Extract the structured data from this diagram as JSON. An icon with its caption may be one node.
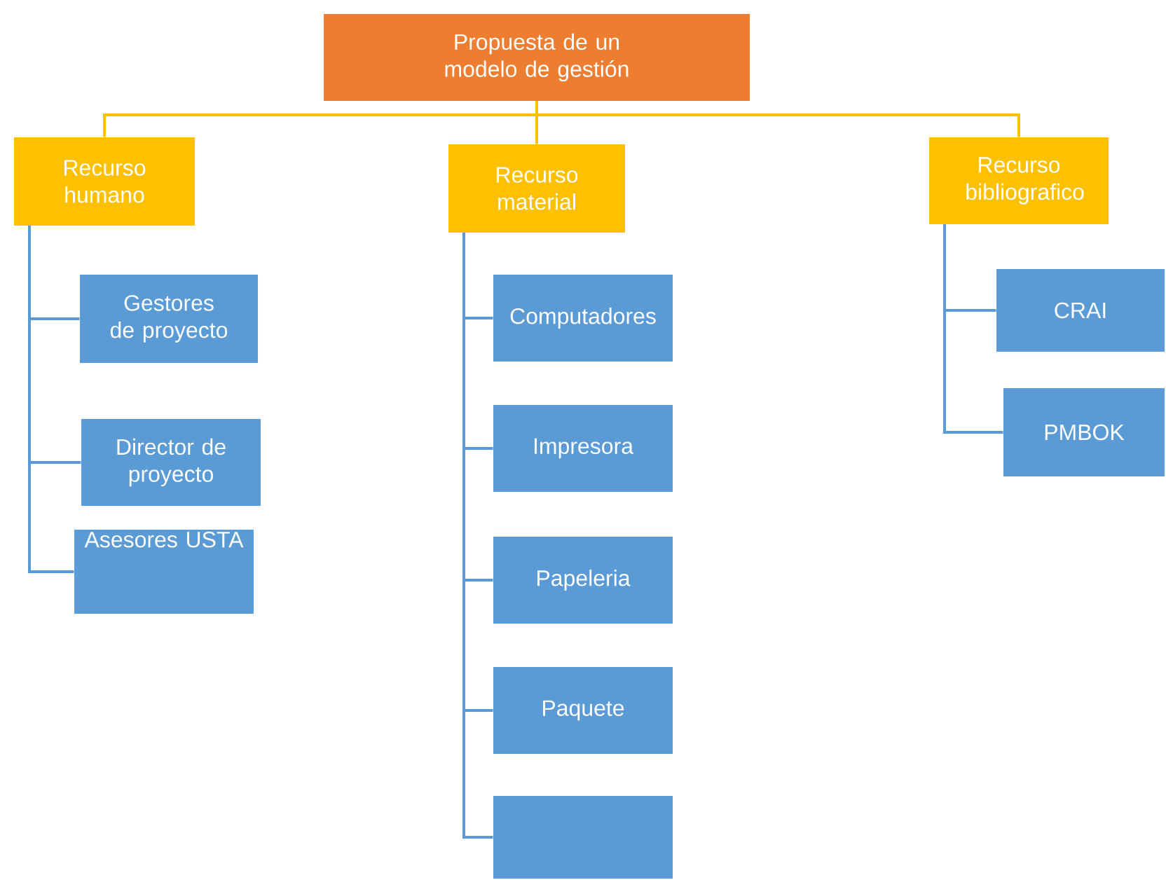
{
  "diagram": {
    "nodes": [
      {
        "text": [
          "Propuesta de un modelo de gestión"
        ]
      },
      {
        "text": [
          "Recurso humano"
        ]
      },
      {
        "text": [
          "Recurso material"
        ]
      },
      {
        "text": [
          "Recurso bibliografico"
        ]
      },
      {
        "text": [
          "Gestores de proyecto"
        ]
      },
      {
        "text": [
          "Director de proyecto"
        ]
      },
      {
        "text": [
          "Asesores USTA"
        ]
      },
      {
        "text": [
          "Computadores"
        ]
      },
      {
        "text": [
          "Impresora"
        ]
      },
      {
        "text": [
          "Papeleria"
        ]
      },
      {
        "text": [
          "Paquete"
        ]
      },
      {
        "text": [],
        "shape": "box"
      },
      {
        "text": [
          "CRAI"
        ]
      },
      {
        "text": [
          "PMBOK"
        ]
      }
    ],
    "edges": [
      {
        "from": 0,
        "to": 1,
        "arrow": "none",
        "color": "#ffc000"
      },
      {
        "from": 0,
        "to": 2,
        "arrow": "none",
        "color": "#ffc000"
      },
      {
        "from": 0,
        "to": 3,
        "arrow": "none",
        "color": "#ffc000"
      },
      {
        "from": 1,
        "to": 4,
        "arrow": "none"
      },
      {
        "from": 1,
        "to": 5,
        "arrow": "none"
      },
      {
        "from": 1,
        "to": 6,
        "arrow": "none"
      },
      {
        "from": 2,
        "to": 7,
        "arrow": "none"
      },
      {
        "from": 2,
        "to": 8,
        "arrow": "none"
      },
      {
        "from": 2,
        "to": 9,
        "arrow": "none"
      },
      {
        "from": 2,
        "to": 10,
        "arrow": "none"
      },
      {
        "from": 2,
        "to": 11,
        "arrow": "none"
      },
      {
        "from": 3,
        "to": 12,
        "arrow": "none"
      },
      {
        "from": 3,
        "to": 13,
        "arrow": "none"
      }
    ]
  }
}
